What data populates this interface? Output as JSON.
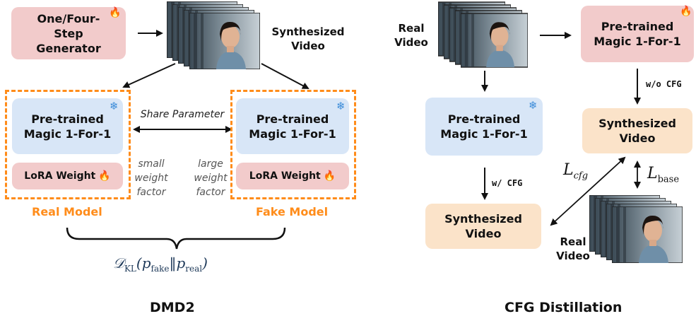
{
  "dmd2": {
    "generator": "One/Four-Step Generator",
    "synth_video": "Synthesized Video",
    "pretrained_left": "Pre-trained Magic 1-For-1",
    "pretrained_right": "Pre-trained Magic 1-For-1",
    "lora_left": "LoRA Weight",
    "lora_right": "LoRA Weight",
    "share_parameter": "Share Parameter",
    "small_factor": "small weight factor",
    "large_factor": "large weight factor",
    "real_model": "Real Model",
    "fake_model": "Fake Model",
    "kl_D": "𝒟",
    "kl_sub": "KL",
    "kl_args_open": "(p",
    "kl_fake": "fake",
    "kl_sep": "‖p",
    "kl_real": "real",
    "kl_close": ")",
    "footer": "DMD2"
  },
  "cfg": {
    "real_video_top": "Real Video",
    "pretrained_top": "Pre-trained Magic 1-For-1",
    "wo_cfg": "w/o CFG",
    "synth_right": "Synthesized Video",
    "pretrained_mid": "Pre-trained Magic 1-For-1",
    "w_cfg": "w/ CFG",
    "synth_bottom": "Synthesized Video",
    "l_cfg_L": "L",
    "l_cfg_sub": "cfg",
    "l_base_L": "L",
    "l_base_sub": "base",
    "real_video_bottom": "Real Video",
    "footer": "CFG Distillation"
  },
  "icons": {
    "flame": "flame-icon",
    "snowflake": "snowflake-icon",
    "video_frames": "video-frames-icon"
  },
  "colors": {
    "pink": "#f2cbcb",
    "blue": "#d8e6f7",
    "peach": "#fbe3c9",
    "orange": "#ff8c1a",
    "flame": "#e8421c"
  }
}
